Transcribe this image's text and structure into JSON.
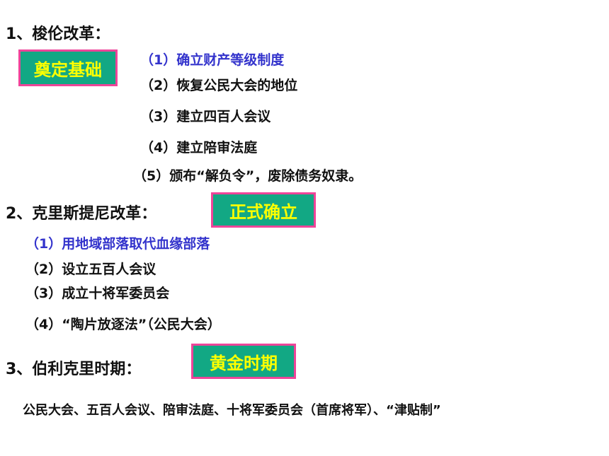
{
  "colors": {
    "box_fill": "#12a884",
    "box_border": "#ee4499",
    "box_text": "#ffff00",
    "highlight_text": "#3333cc"
  },
  "section1": {
    "heading": "1、梭伦改革：",
    "badge": "奠定基础",
    "items": [
      "（1）确立财产等级制度",
      "（2）恢复公民大会的地位",
      "（3）建立四百人会议",
      "（4）建立陪审法庭",
      "（5）颁布“解负令”，废除债务奴隶。"
    ]
  },
  "section2": {
    "heading": "2、克里斯提尼改革：",
    "badge": "正式确立",
    "items": [
      "（1）用地域部落取代血缘部落",
      "（2）设立五百人会议",
      "（3）成立十将军委员会",
      "（4）“陶片放逐法”（公民大会）"
    ]
  },
  "section3": {
    "heading": "3、伯利克里时期：",
    "badge": "黄金时期",
    "summary": "公民大会、五百人会议、陪审法庭、十将军委员会（首席将军）、“津贴制”"
  }
}
